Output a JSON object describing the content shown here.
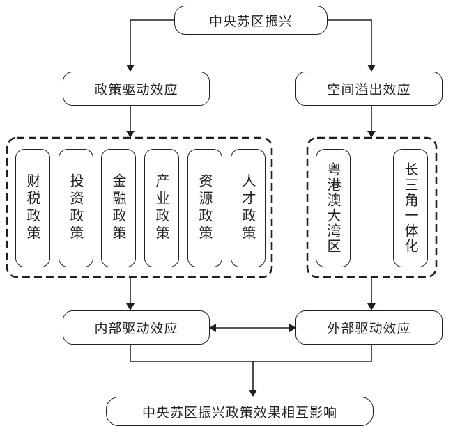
{
  "diagram": {
    "top": {
      "label": "中央苏区振兴"
    },
    "branches": {
      "policy": {
        "label": "政策驱动效应"
      },
      "spillover": {
        "label": "空间溢出效应"
      }
    },
    "policy_group": {
      "items": [
        {
          "label": "财税政策"
        },
        {
          "label": "投资政策"
        },
        {
          "label": "金融政策"
        },
        {
          "label": "产业政策"
        },
        {
          "label": "资源政策"
        },
        {
          "label": "人才政策"
        }
      ]
    },
    "spillover_group": {
      "items": [
        {
          "label": "粤港澳大湾区"
        },
        {
          "label": "长三角一体化"
        }
      ]
    },
    "effects": {
      "internal": {
        "label": "内部驱动效应"
      },
      "external": {
        "label": "外部驱动效应"
      }
    },
    "result": {
      "label": "中央苏区振兴政策效果相互影响"
    }
  }
}
